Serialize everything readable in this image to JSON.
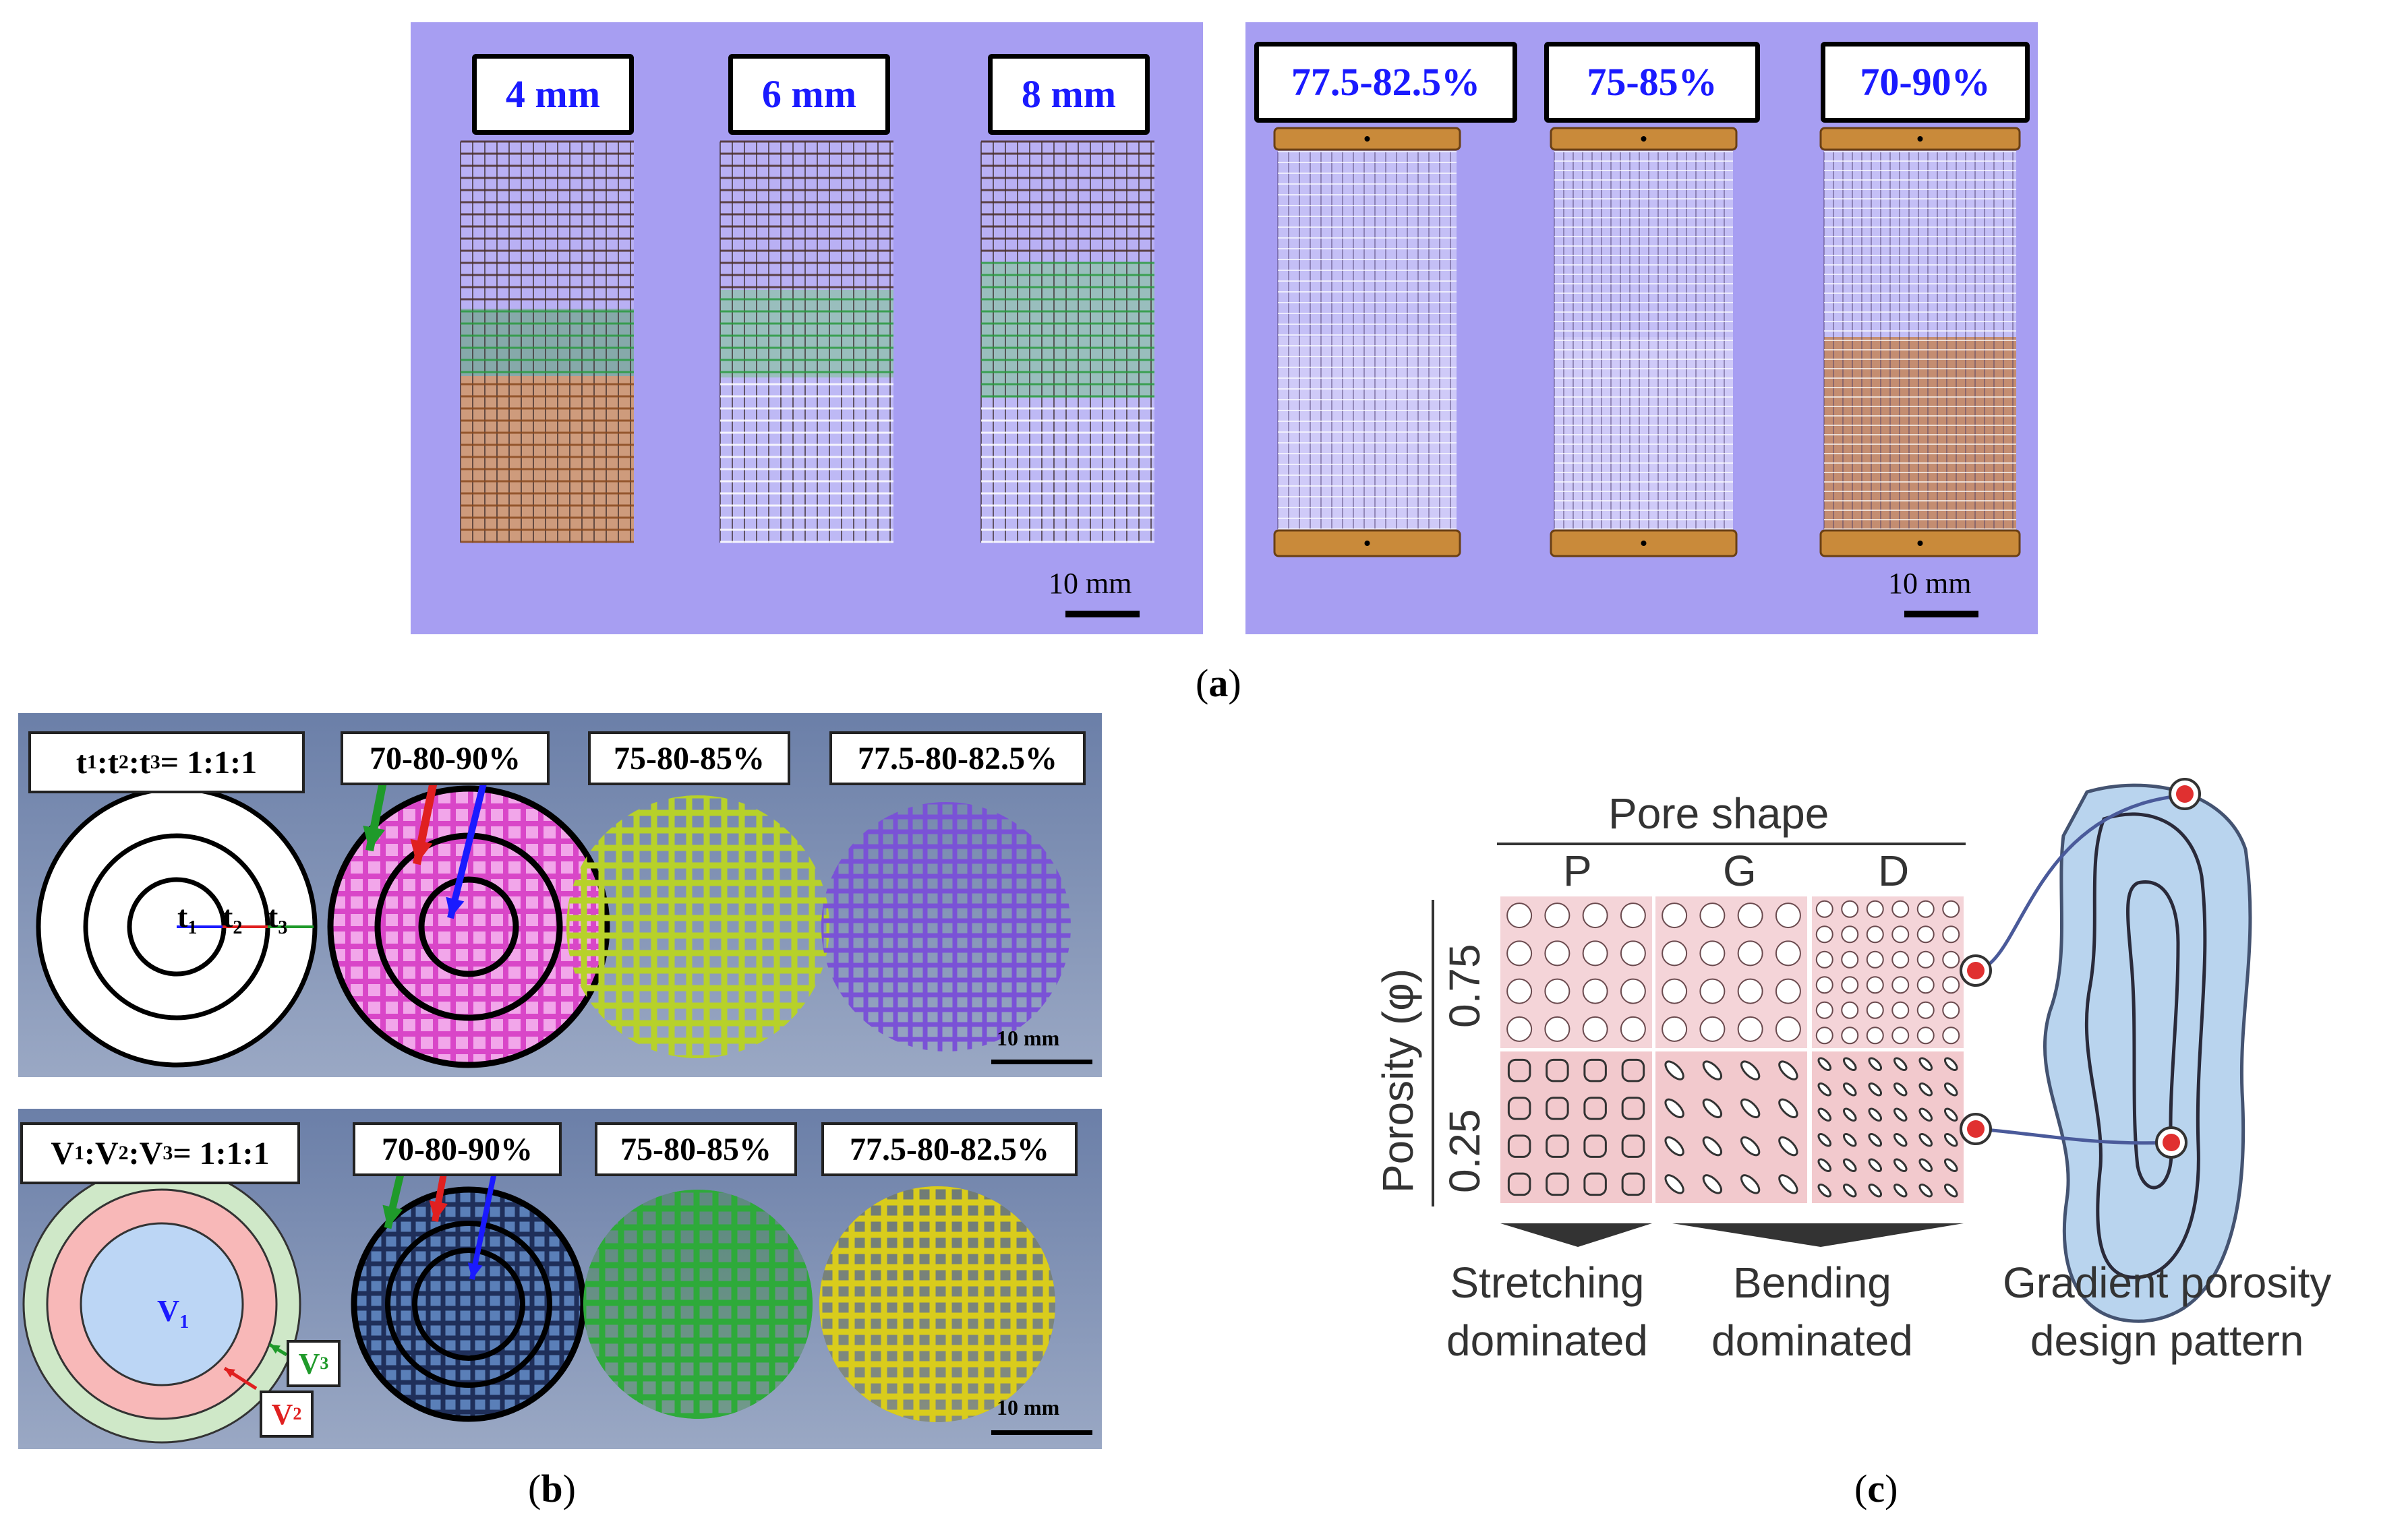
{
  "panel_a": {
    "label": "a",
    "left": {
      "boxes": [
        "4 mm",
        "6 mm",
        "8 mm"
      ],
      "scale": "10 mm",
      "colors": {
        "background": "#a79ef2",
        "top": "#5b3a2e",
        "mid": "#3cc25a",
        "bottom": "#d89a5e"
      }
    },
    "right": {
      "boxes": [
        "77.5-82.5%",
        "75-85%",
        "70-90%"
      ],
      "scale": "10 mm",
      "cap_color": "#c98a3a"
    }
  },
  "panel_b": {
    "label": "b",
    "top": {
      "ratio_label": {
        "a": "t",
        "sub1": "1",
        "b": ":t",
        "sub2": "2",
        "c": ":t",
        "sub3": "3",
        "d": "= 1:1:1"
      },
      "t_labels": [
        {
          "t": "t",
          "s": "1"
        },
        {
          "t": "t",
          "s": "2"
        },
        {
          "t": "t",
          "s": "3"
        }
      ],
      "boxes": [
        "70-80-90%",
        "75-80-85%",
        "77.5-80-82.5%"
      ],
      "scale": "10 mm",
      "colors": {
        "disc1": "#d946c8",
        "disc2": "#b7d12a",
        "disc3": "#7a52d6",
        "background": "#8a9ab8"
      }
    },
    "bottom": {
      "ratio_label": {
        "a": "V",
        "sub1": "1",
        "b": ":V",
        "sub2": "2",
        "c": ":V",
        "sub3": "3",
        "d": "= 1:1:1"
      },
      "v_labels": [
        {
          "t": "V",
          "s": "1"
        },
        {
          "t": "V",
          "s": "2"
        },
        {
          "t": "V",
          "s": "3"
        }
      ],
      "boxes": [
        "70-80-90%",
        "75-80-85%",
        "77.5-80-82.5%"
      ],
      "scale": "10 mm",
      "colors": {
        "disc1": "#4f86d8",
        "disc2": "#2eaa3a",
        "disc3": "#d9cc1c",
        "v1": "#bcd6f5",
        "v2": "#f8b8b8",
        "v3": "#cfe8c8"
      }
    }
  },
  "panel_c": {
    "label": "c",
    "title": "Pore shape",
    "columns": [
      "P",
      "G",
      "D"
    ],
    "y_axis": "Porosity (φ)",
    "rows": [
      "0.75",
      "0.25"
    ],
    "left_caption": [
      "Stretching",
      "dominated"
    ],
    "mid_caption": [
      "Bending",
      "dominated"
    ],
    "right_caption": [
      "Gradient porosity",
      "design pattern"
    ],
    "colors": {
      "tile": "#f2c9cd",
      "marker": "#e03030",
      "implant": "#b6d2ee"
    }
  }
}
